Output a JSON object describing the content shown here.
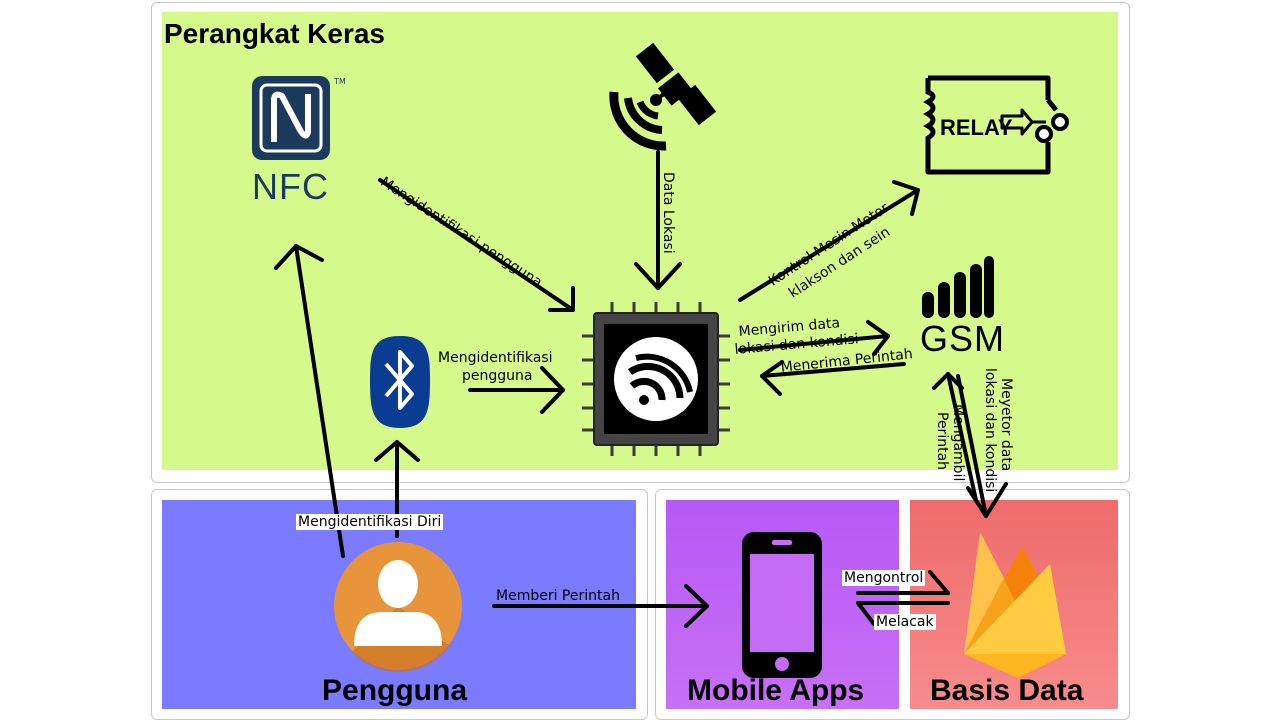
{
  "sections": {
    "hardware": "Perangkat Keras",
    "user": "Pengguna",
    "mobile": "Mobile Apps",
    "database": "Basis Data"
  },
  "components": {
    "nfc": "NFC",
    "gsm": "GSM",
    "relay": "RELAY"
  },
  "labels": {
    "nfc_to_mcu": "Mengidentifikasi pengguna",
    "bt_to_mcu_1": "Mengidentifikasi",
    "bt_to_mcu_2": "pengguna",
    "gps_to_mcu": "Data Lokasi",
    "mcu_to_relay_1": "Kontrol Mesin Motor",
    "mcu_to_relay_2": "klakson dan sein",
    "mcu_to_gsm_1": "Mengirim data",
    "mcu_to_gsm_2": "lokasi dan kondisi",
    "gsm_to_mcu": "Menerima Perintah",
    "gsm_to_db_1": "Meyetor data",
    "gsm_to_db_2": "lokasi dan kondisi",
    "db_to_gsm_1": "Mengambil",
    "db_to_gsm_2": "Perintah",
    "user_identify": "Mengidentifikasi Diri",
    "user_command": "Memberi Perintah",
    "app_control": "Mengontrol",
    "app_track": "Melacak"
  },
  "colors": {
    "hardware_bg": "#d6f98b",
    "user_bg": "#7b7bff",
    "mobile_bg": "#c465f5",
    "database_bg": "#f07070",
    "nfc_blue": "#1c3a5c",
    "bluetooth_blue": "#0a3d91",
    "avatar_orange": "#e8943a"
  },
  "icons": [
    "nfc-icon",
    "satellite-icon",
    "relay-icon",
    "bluetooth-icon",
    "chip-icon",
    "signal-icon",
    "user-avatar-icon",
    "smartphone-icon",
    "firebase-icon"
  ]
}
